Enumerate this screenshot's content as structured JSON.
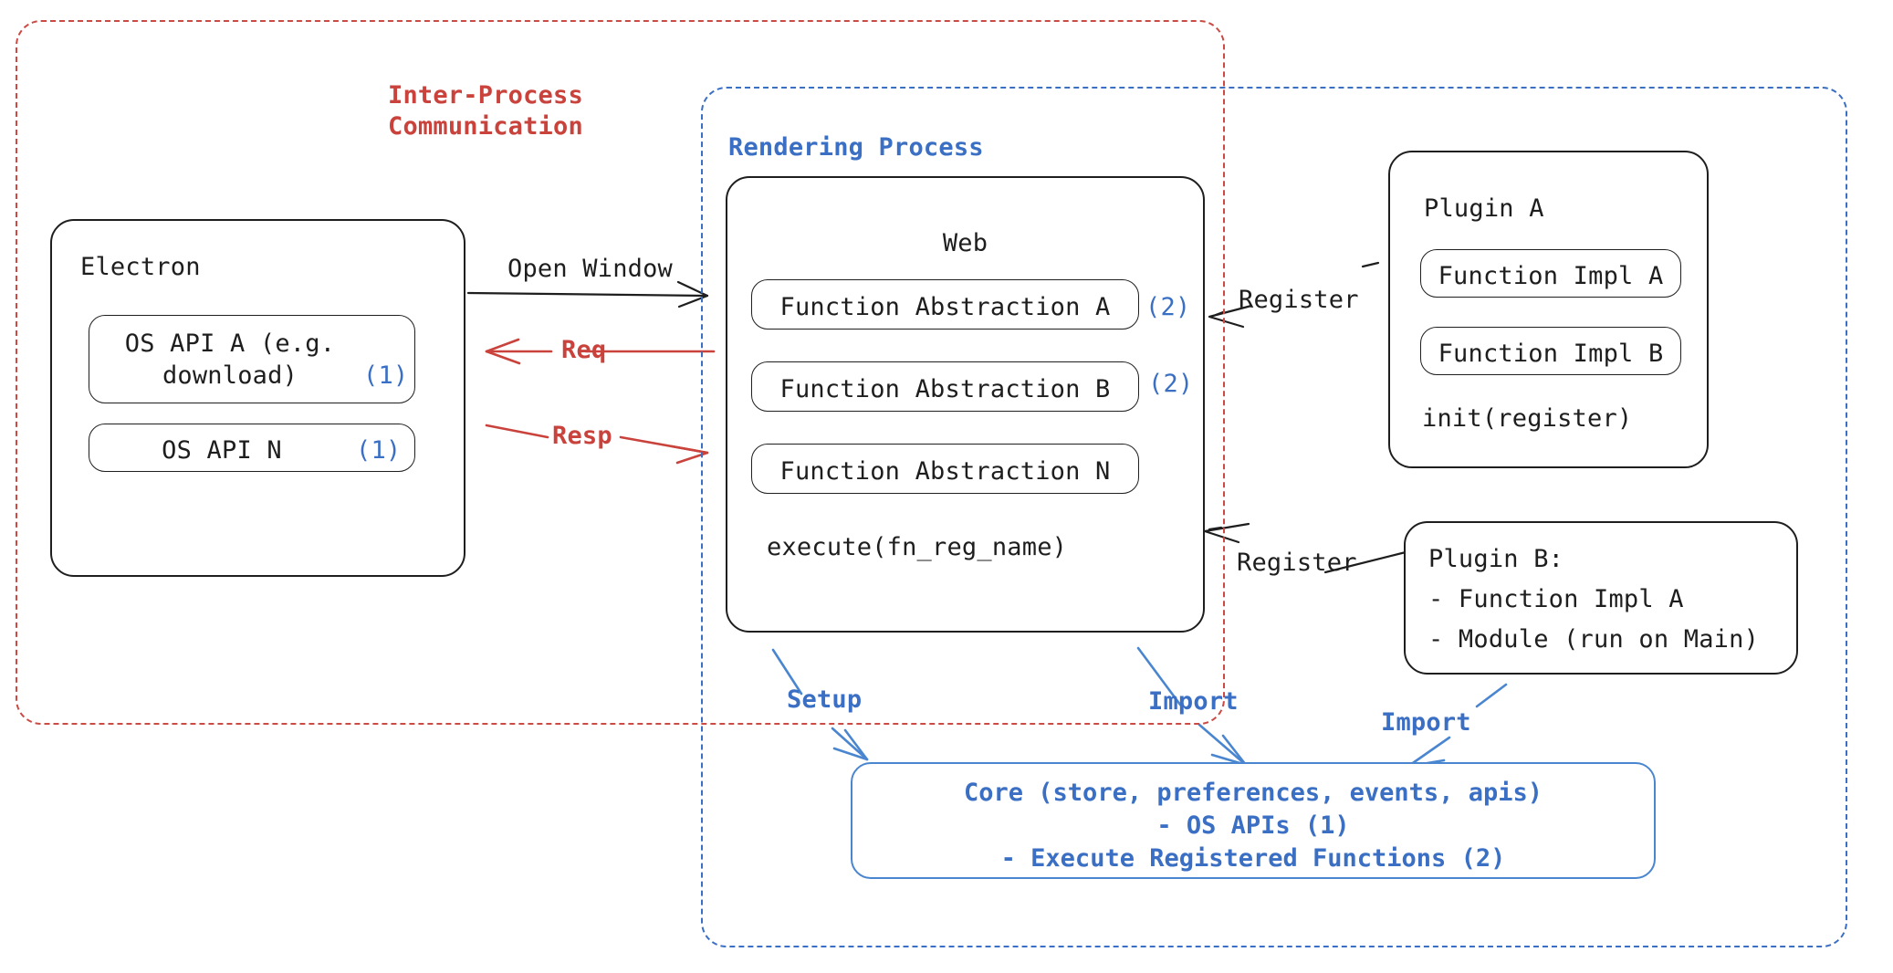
{
  "diagram": {
    "title": "Electron plugin architecture (IPC / Rendering Process / Plugins / Core)",
    "colors": {
      "ink": "#1e1e1e",
      "red": "#c9433c",
      "blue": "#3a6fc4",
      "background": "#ffffff"
    }
  },
  "regions": {
    "ipc": {
      "label_line1": "Inter-Process",
      "label_line2": "Communication",
      "color": "#c9433c",
      "style": "dashed"
    },
    "rendering": {
      "label": "Rendering Process",
      "color": "#3a6fc4",
      "style": "dashed"
    }
  },
  "electron": {
    "title": "Electron",
    "apis": [
      {
        "label_line1": "OS API A (e.g.",
        "label_line2": "download)",
        "badge": "(1)"
      },
      {
        "label_line1": "OS API N",
        "label_line2": "",
        "badge": "(1)"
      }
    ]
  },
  "web": {
    "title": "Web",
    "abstractions": [
      {
        "label": "Function Abstraction A",
        "badge": "(2)"
      },
      {
        "label": "Function Abstraction B",
        "badge": "(2)"
      },
      {
        "label": "Function Abstraction N",
        "badge": ""
      }
    ],
    "footer": "execute(fn_reg_name)"
  },
  "plugin_a": {
    "title": "Plugin A",
    "functions": [
      "Function Impl A",
      "Function Impl B"
    ],
    "footer": "init(register)"
  },
  "plugin_b": {
    "title": "Plugin B:",
    "items": [
      "- Function Impl A",
      "- Module (run on Main)"
    ]
  },
  "core": {
    "line1": "Core (store, preferences, events, apis)",
    "line2": "- OS APIs (1)",
    "line3": "- Execute Registered Functions (2)"
  },
  "edges": {
    "open_window": {
      "label": "Open Window",
      "color": "#1e1e1e"
    },
    "req": {
      "label": "Req",
      "color": "#c9433c"
    },
    "resp": {
      "label": "Resp",
      "color": "#c9433c"
    },
    "register_a": {
      "label": "Register",
      "color": "#1e1e1e"
    },
    "register_b": {
      "label": "Register",
      "color": "#1e1e1e"
    },
    "setup": {
      "label": "Setup",
      "color": "#3a6fc4"
    },
    "import_web": {
      "label": "Import",
      "color": "#3a6fc4"
    },
    "import_plugin_b": {
      "label": "Import",
      "color": "#3a6fc4"
    }
  }
}
